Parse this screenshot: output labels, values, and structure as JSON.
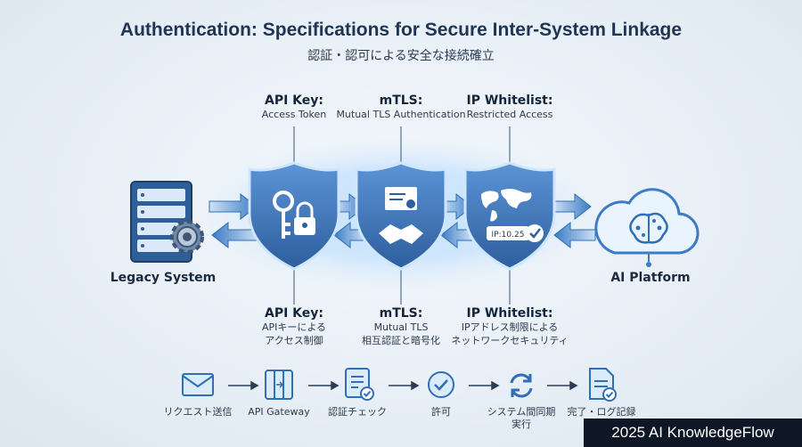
{
  "title": "Authentication: Specifications for Secure Inter-System Linkage",
  "subtitle": "認証・認可による安全な接続確立",
  "top_labels": [
    {
      "name": "API Key:",
      "desc": "Access Token"
    },
    {
      "name": "mTLS:",
      "desc": "Mutual TLS Authentication"
    },
    {
      "name": "IP Whitelist:",
      "desc": "Restricted Access"
    }
  ],
  "bottom_labels": [
    {
      "name": "API Key:",
      "line1": "APIキーによる",
      "line2": "アクセス制御"
    },
    {
      "name": "mTLS:",
      "line1": "Mutual TLS",
      "line2": "相互認証と暗号化"
    },
    {
      "name": "IP Whitelist:",
      "line1": "IPアドレス制限による",
      "line2": "ネットワークセキュリティ"
    }
  ],
  "systems": {
    "left": "Legacy System",
    "right": "AI Platform"
  },
  "ip_badge": "IP:10.25",
  "flow_steps": [
    {
      "label": "リクエスト送信",
      "icon": "envelope-icon"
    },
    {
      "label": "API Gateway",
      "icon": "gateway-icon"
    },
    {
      "label": "認証チェック",
      "icon": "checklist-icon"
    },
    {
      "label": "許可",
      "icon": "check-circle-icon"
    },
    {
      "label": "システム間同期実行",
      "icon": "sync-icon"
    },
    {
      "label": "完了・ログ記録",
      "icon": "document-check-icon"
    }
  ],
  "footer": "2025 AI KnowledgeFlow",
  "colors": {
    "accent": "#2f6fb5",
    "shield": "#3e79bf",
    "glow": "#9fd0ff",
    "footer_bg": "#0e1726"
  }
}
